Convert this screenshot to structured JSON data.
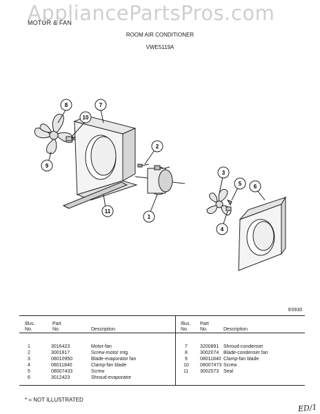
{
  "header": {
    "section": "MOTOR & FAN",
    "watermark": "AppliancePartsPros.com",
    "product": "ROOM AIR CONDITIONER",
    "model": "VWE5119A"
  },
  "diagram_code": "E0930",
  "callouts": [
    "8",
    "7",
    "10",
    "9",
    "2",
    "11",
    "1",
    "3",
    "5",
    "6",
    "4"
  ],
  "table": {
    "headers": {
      "illus": "Illus.\nNo.",
      "part": "Part\nNo.",
      "description": "Description"
    },
    "left_rows": [
      {
        "no": "1",
        "part": "3016423",
        "desc": "Motor-fan"
      },
      {
        "no": "2",
        "part": "3001817",
        "desc": "Screw-motor mtg"
      },
      {
        "no": "3",
        "part": "08010950",
        "desc": "Blade-evaporator fan"
      },
      {
        "no": "4",
        "part": "08011840",
        "desc": "Clamp-fan blade"
      },
      {
        "no": "5",
        "part": "08007433",
        "desc": "Screw"
      },
      {
        "no": "6",
        "part": "3012423",
        "desc": "Shroud-evaporator"
      }
    ],
    "right_rows": [
      {
        "no": "7",
        "part": "3200891",
        "desc": "Shroud-condenser"
      },
      {
        "no": "8",
        "part": "3002074",
        "desc": "Blade-condenser fan"
      },
      {
        "no": "9",
        "part": "08011840",
        "desc": "Clamp-fan blade"
      },
      {
        "no": "10",
        "part": "08007473",
        "desc": "Screw"
      },
      {
        "no": "11",
        "part": "3002573",
        "desc": "Seal"
      }
    ]
  },
  "footnote": "* = NOT ILLUSTRATED",
  "handwriting": "ED/1"
}
